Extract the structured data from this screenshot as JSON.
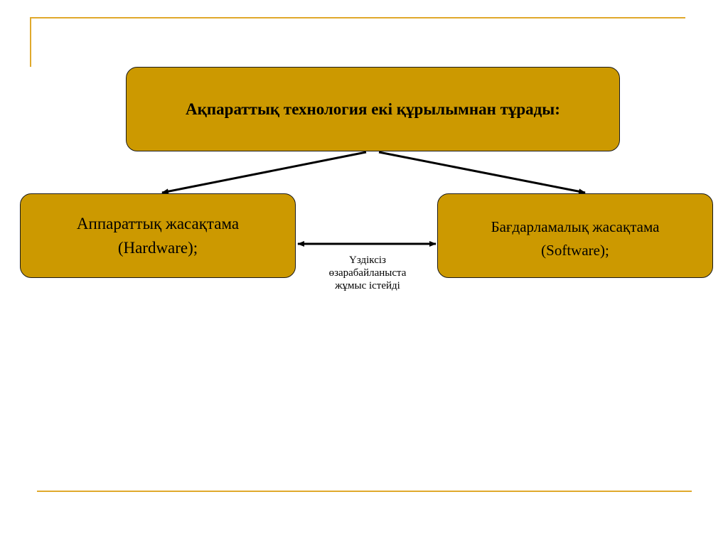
{
  "diagram": {
    "top_box": {
      "text": "Ақпараттық технология екі құрылымнан тұрады:"
    },
    "left_box": {
      "line1": "Аппараттық жасақтама",
      "line2": "(Hardware);"
    },
    "right_box": {
      "line1": "Бағдарламалық жасақтама",
      "line2": "(Software);"
    },
    "relation_label": {
      "line1": "Үздіксіз",
      "line2": "өзарабайланыста",
      "line3": "жұмыс істейді"
    }
  },
  "colors": {
    "box_fill": "#cc9900",
    "frame_accent": "#e0a92c",
    "arrow": "#000000"
  }
}
